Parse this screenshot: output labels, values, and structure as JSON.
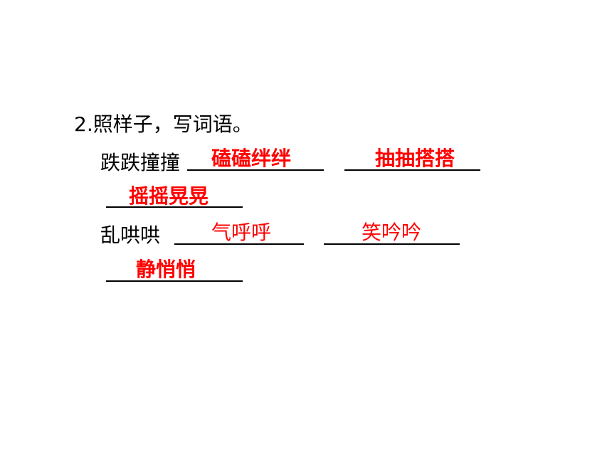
{
  "question": {
    "title": "2.照样子，写词语。",
    "row1_label": "跌跌撞撞",
    "row2_label": "乱哄哄"
  },
  "answers": {
    "a1": "磕磕绊绊",
    "a2": "抽抽搭搭",
    "a3": "摇摇晃晃",
    "a4": "气呼呼",
    "a5": "笑吟吟",
    "a6": "静悄悄"
  },
  "colors": {
    "text": "#000000",
    "answer": "#ff0000",
    "background": "#ffffff"
  }
}
